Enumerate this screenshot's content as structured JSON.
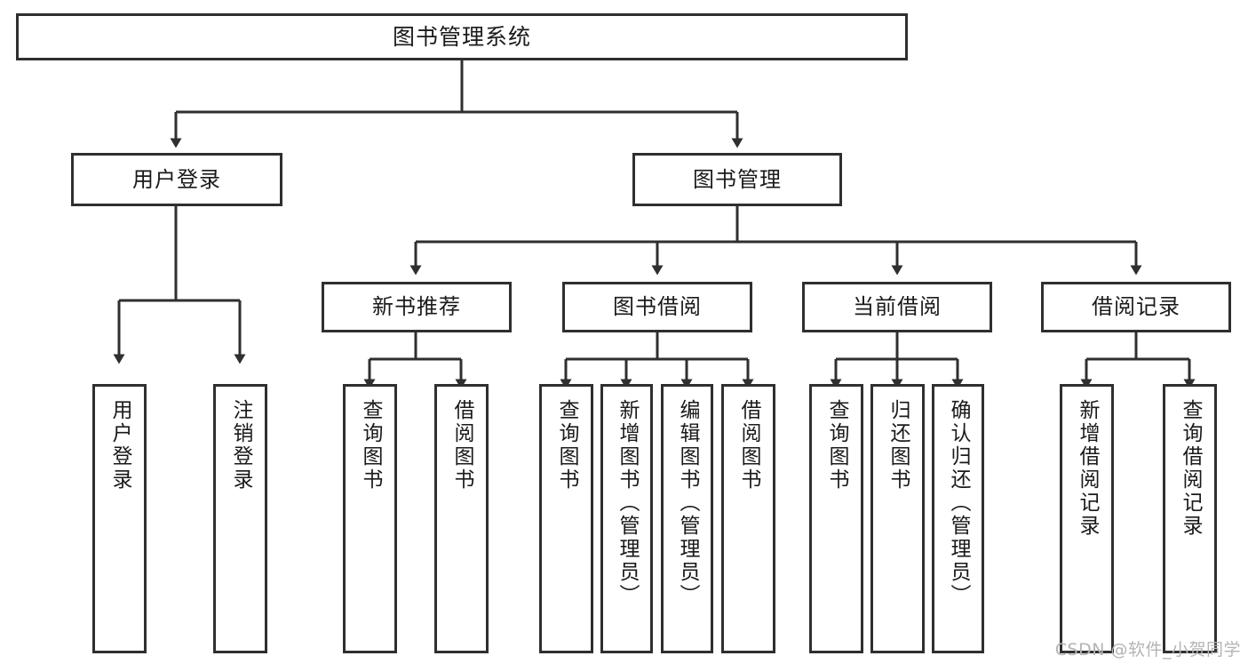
{
  "diagram": {
    "type": "tree-flowchart",
    "title": "图书管理系统",
    "root": {
      "label": "图书管理系统"
    },
    "level2": [
      {
        "label": "用户登录"
      },
      {
        "label": "图书管理"
      }
    ],
    "level3": [
      {
        "label": "新书推荐"
      },
      {
        "label": "图书借阅"
      },
      {
        "label": "当前借阅"
      },
      {
        "label": "借阅记录"
      }
    ],
    "leaves": {
      "user_login": [
        {
          "label": "用户登录"
        },
        {
          "label": "注销登录"
        }
      ],
      "new_book": [
        {
          "label": "查询图书"
        },
        {
          "label": "借阅图书"
        }
      ],
      "book_borrow": [
        {
          "label": "查询图书"
        },
        {
          "label": "新增图书（管理员）"
        },
        {
          "label": "编辑图书（管理员）"
        },
        {
          "label": "借阅图书"
        }
      ],
      "current_borrow": [
        {
          "label": "查询图书"
        },
        {
          "label": "归还图书"
        },
        {
          "label": "确认归还（管理员）"
        }
      ],
      "borrow_record": [
        {
          "label": "新增借阅记录"
        },
        {
          "label": "查询借阅记录"
        }
      ]
    }
  },
  "watermark": {
    "text": "CSDN @软件_小贺同学"
  },
  "colors": {
    "border": "#2f2f2f",
    "fill": "#ffffff",
    "text": "#1a1a1a",
    "watermark": "#b4b4b4"
  }
}
